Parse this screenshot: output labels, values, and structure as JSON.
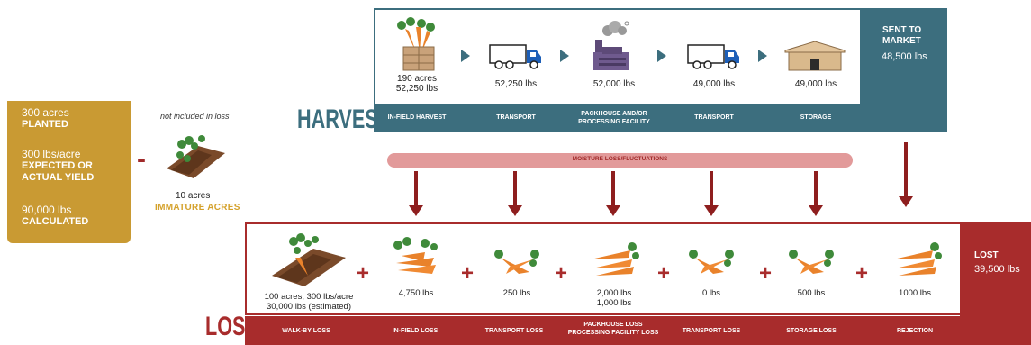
{
  "planted": {
    "acres_value": "300 acres",
    "acres_label": "PLANTED",
    "yield_value": "300 lbs/acre",
    "yield_label_1": "EXPECTED OR",
    "yield_label_2": "ACTUAL YIELD",
    "calc_value": "90,000 lbs",
    "calc_label": "CALCULATED",
    "color": "#c99a33"
  },
  "immature": {
    "minus": "-",
    "note": "not included in loss",
    "value": "10 acres",
    "label": "IMMATURE ACRES"
  },
  "harvest": {
    "word": "HARVEST",
    "color": "#3c6e7e",
    "stages": [
      {
        "value_1": "190 acres",
        "value_2": "52,250 lbs",
        "label_1": "IN-FIELD HARVEST",
        "label_2": "",
        "icon": "carrot-crate-icon"
      },
      {
        "value_1": "52,250 lbs",
        "value_2": "",
        "label_1": "TRANSPORT",
        "label_2": "",
        "icon": "truck-icon"
      },
      {
        "value_1": "52,000 lbs",
        "value_2": "",
        "label_1": "PACKHOUSE AND/OR",
        "label_2": "PROCESSING FACILITY",
        "icon": "factory-icon"
      },
      {
        "value_1": "49,000 lbs",
        "value_2": "",
        "label_1": "TRANSPORT",
        "label_2": "",
        "icon": "truck-icon"
      },
      {
        "value_1": "49,000 lbs",
        "value_2": "",
        "label_1": "STORAGE",
        "label_2": "",
        "icon": "warehouse-icon"
      }
    ],
    "market_title_1": "SENT TO",
    "market_title_2": "MARKET",
    "market_value": "48,500 lbs"
  },
  "moisture": {
    "label": "MOISTURE LOSS/FLUCTUATIONS"
  },
  "loss": {
    "word": "LOSS",
    "color": "#a82c2c",
    "plus": "+",
    "stages": [
      {
        "value_1": "100 acres, 300 lbs/acre",
        "value_2": "30,000 lbs (estimated)",
        "label_1": "WALK-BY LOSS",
        "label_2": "",
        "icon": "field-carrots-icon"
      },
      {
        "value_1": "4,750 lbs",
        "value_2": "",
        "label_1": "IN-FIELD LOSS",
        "label_2": "",
        "icon": "carrot-pile-icon"
      },
      {
        "value_1": "250 lbs",
        "value_2": "",
        "label_1": "TRANSPORT LOSS",
        "label_2": "",
        "icon": "carrot-pair-icon"
      },
      {
        "value_1": "2,000 lbs",
        "value_2": "1,000 lbs",
        "label_1": "PACKHOUSE LOSS",
        "label_2": "PROCESSING FACILITY LOSS",
        "icon": "carrot-bunch-icon"
      },
      {
        "value_1": "0 lbs",
        "value_2": "",
        "label_1": "TRANSPORT LOSS",
        "label_2": "",
        "icon": "carrot-pair-icon"
      },
      {
        "value_1": "500 lbs",
        "value_2": "",
        "label_1": "STORAGE LOSS",
        "label_2": "",
        "icon": "carrot-pair-icon"
      },
      {
        "value_1": "1000 lbs",
        "value_2": "",
        "label_1": "REJECTION",
        "label_2": "",
        "icon": "carrot-bunch-icon"
      }
    ],
    "lost_title": "LOST",
    "lost_value": "39,500 lbs"
  }
}
